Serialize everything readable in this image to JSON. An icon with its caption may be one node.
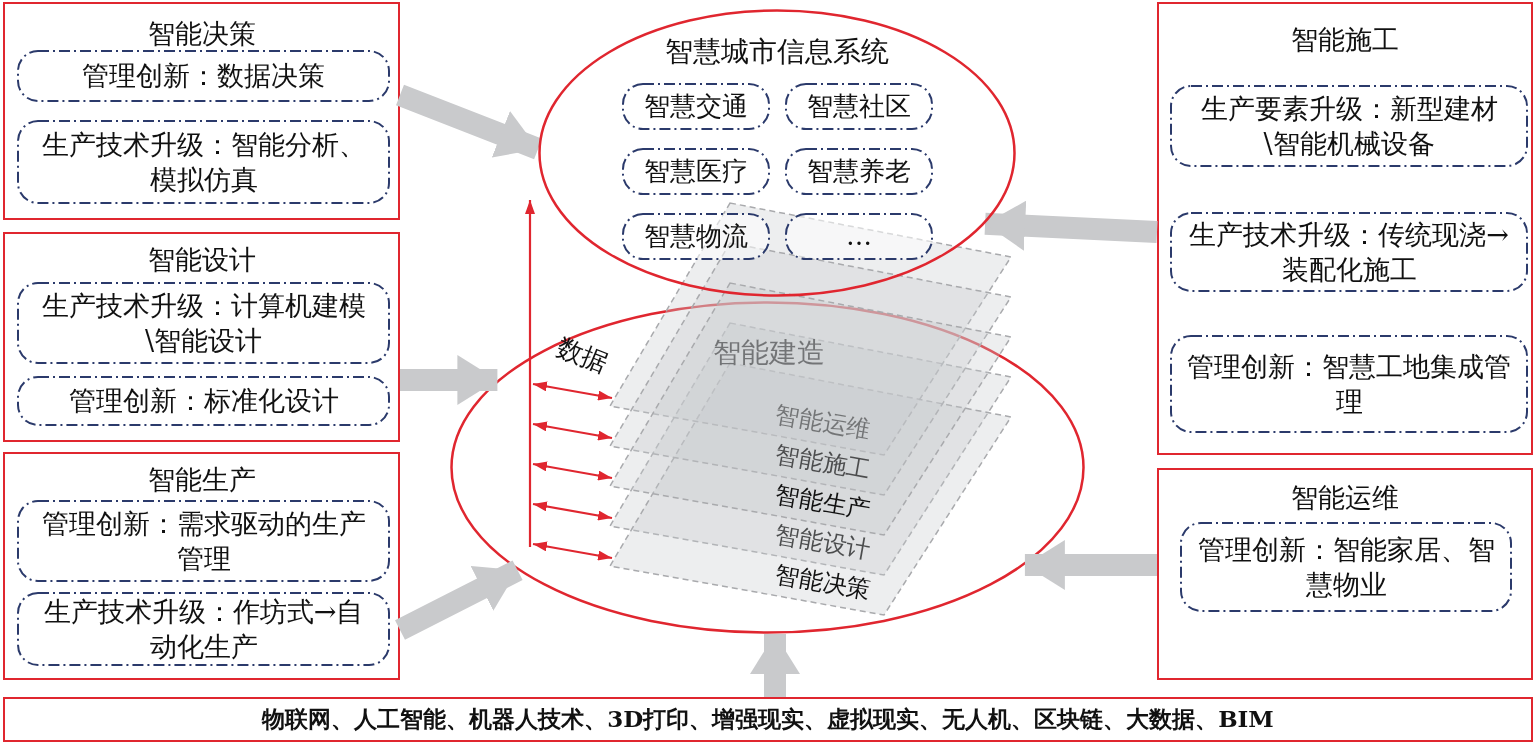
{
  "diagram": {
    "nodes": [
      {
        "text": [
          "智能决策"
        ]
      },
      {
        "text": [
          "管理创新：数据决策"
        ],
        "in": 0
      },
      {
        "text": [
          "生产技术升级：智能分析、模拟仿真"
        ],
        "in": 0
      },
      {
        "text": [
          "智能设计"
        ]
      },
      {
        "text": [
          "生产技术升级：计算机建模\\智能设计"
        ],
        "in": 3
      },
      {
        "text": [
          "管理创新：标准化设计"
        ],
        "in": 3
      },
      {
        "text": [
          "智能生产"
        ]
      },
      {
        "text": [
          "管理创新：需求驱动的生产管理"
        ],
        "in": 6
      },
      {
        "text": [
          "生产技术升级：作坊式→自动化生产"
        ],
        "in": 6
      },
      {
        "text": [
          "智慧城市信息系统"
        ]
      },
      {
        "text": [
          "智慧交通"
        ],
        "in": 9
      },
      {
        "text": [
          "智慧社区"
        ],
        "in": 9
      },
      {
        "text": [
          "智慧医疗"
        ],
        "in": 9
      },
      {
        "text": [
          "智慧养老"
        ],
        "in": 9
      },
      {
        "text": [
          "智慧物流"
        ],
        "in": 9
      },
      {
        "text": [
          "…"
        ]
      },
      {
        "text": [],
        "shape": "ellipse"
      },
      {
        "text": [
          "智能建造",
          "智能运维"
        ]
      },
      {
        "text": [
          "智能施工"
        ]
      },
      {
        "text": [
          "智能生产"
        ]
      },
      {
        "text": [
          "智能设计"
        ],
        "in": 16
      },
      {
        "text": [
          "智能决策"
        ],
        "in": 16
      },
      {
        "text": [
          "智能施工"
        ]
      },
      {
        "text": [
          "生产要素升级：新型建材\\智能机械设备"
        ],
        "in": 22
      },
      {
        "text": [
          "生产技术升级：传统现浇→装配化施工"
        ],
        "in": 22
      },
      {
        "text": [
          "管理创新：智慧工地集成管理"
        ],
        "in": 22
      },
      {
        "text": [
          "智能运维"
        ]
      },
      {
        "text": [
          "管理创新：智能家居、智慧物业"
        ],
        "in": 26
      },
      {
        "text": [
          "物联网、人工智能、机器人技术、3D打印、增强现实、虚拟现实、无人机、区块链、大数据、BIM"
        ]
      }
    ],
    "edges": [
      {
        "from": 0,
        "to": 9,
        "arrow": "to",
        "style": "thick",
        "color": "#c9cacc"
      },
      {
        "from": 3,
        "to": 16,
        "arrow": "to",
        "style": "thick",
        "color": "#c9cacc"
      },
      {
        "from": 6,
        "to": 16,
        "arrow": "to",
        "style": "thick",
        "color": "#c9cacc"
      },
      {
        "from": 22,
        "to": 9,
        "arrow": "to",
        "style": "thick",
        "color": "#c9cacc"
      },
      {
        "from": 26,
        "to": 16,
        "arrow": "to",
        "style": "thick",
        "color": "#c9cacc"
      },
      {
        "from": 28,
        "to": 16,
        "arrow": "to",
        "style": "thick",
        "color": "#c9cacc"
      },
      {
        "from": 16,
        "to": 9,
        "arrow": "to",
        "label": "数据",
        "color": "#e0262f"
      },
      {
        "from": 16,
        "to": 17,
        "arrow": "both",
        "color": "#e0262f"
      },
      {
        "from": 16,
        "to": 18,
        "arrow": "both",
        "color": "#e0262f"
      },
      {
        "from": 16,
        "to": 19,
        "arrow": "both",
        "color": "#e0262f"
      },
      {
        "from": 16,
        "to": 20,
        "arrow": "both",
        "color": "#e0262f"
      },
      {
        "from": 16,
        "to": 21,
        "arrow": "both",
        "color": "#e0262f"
      }
    ]
  }
}
